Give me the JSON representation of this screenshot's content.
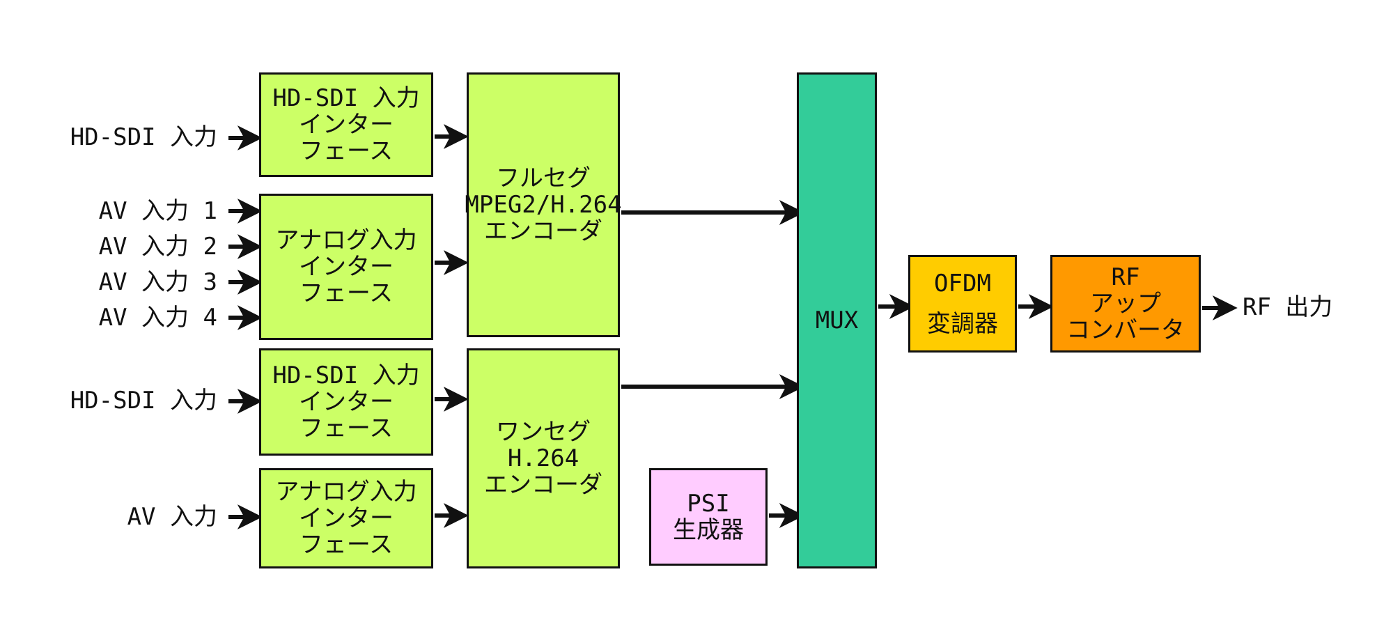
{
  "inputs": {
    "hdsdi_1": "HD-SDI 入力",
    "av_1": "AV 入力 1",
    "av_2": "AV 入力 2",
    "av_3": "AV 入力 3",
    "av_4": "AV 入力 4",
    "hdsdi_2": "HD-SDI 入力",
    "av_single": "AV 入力"
  },
  "blocks": {
    "hdsdi_if_top": [
      "HD-SDI 入力",
      "インター",
      "フェース"
    ],
    "analog_if_top": [
      "アナログ入力",
      "インター",
      "フェース"
    ],
    "hdsdi_if_bottom": [
      "HD-SDI 入力",
      "インター",
      "フェース"
    ],
    "analog_if_bottom": [
      "アナログ入力",
      "インター",
      "フェース"
    ],
    "fullseg_encoder": [
      "フルセグ",
      "MPEG2/H.264",
      "エンコーダ"
    ],
    "oneseg_encoder": [
      "ワンセグ",
      "H.264",
      "エンコーダ"
    ],
    "psi_generator": [
      "PSI",
      "生成器"
    ],
    "mux": [
      "MUX"
    ],
    "ofdm_modulator": [
      "OFDM",
      "変調器"
    ],
    "rf_upconverter": [
      "RF",
      "アップ",
      "コンバータ"
    ]
  },
  "outputs": {
    "rf_out": "RF 出力"
  },
  "colors": {
    "interface": "#ccff66",
    "encoder": "#ccff66",
    "psi": "#ffccff",
    "mux": "#33cc99",
    "ofdm": "#ffcc00",
    "rf": "#ff9900"
  }
}
